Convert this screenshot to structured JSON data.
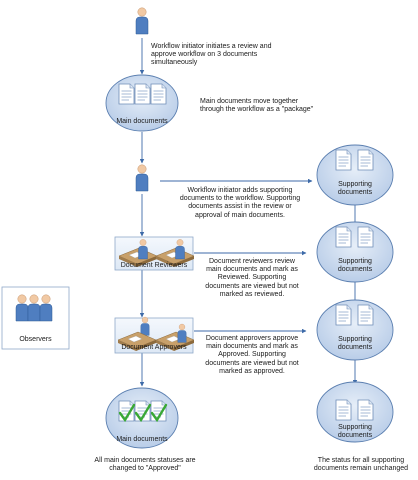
{
  "nodes": {
    "main_documents_top": "Main documents",
    "supporting_1": "Supporting\ndocuments",
    "supporting_2": "Supporting\ndocuments",
    "supporting_3": "Supporting\ndocuments",
    "supporting_4": "Supporting\ndocuments",
    "document_reviewers": "Document Reviewers",
    "document_approvers": "Document Approvers",
    "observers": "Observers",
    "main_documents_bottom": "Main documents"
  },
  "annotations": {
    "initiator_start": "Workflow initiator initiates a review and\napprove workflow on 3 documents\nsimultaneously",
    "package": "Main documents move together\nthrough the workflow as a \"package\"",
    "initiator_adds": "Workflow initiator adds supporting\ndocuments to the workflow. Supporting\ndocuments assist in the review or\napproval of main documents.",
    "reviewers": "Document reviewers review\nmain documents and mark as\nReviewed. Supporting\ndocuments are viewed but not\nmarked as reviewed.",
    "approvers": "Document approvers approve\nmain documents and mark as\nApproved. Supporting\ndocuments are viewed but not\nmarked as approved.",
    "final_main": "All main documents statuses are\nchanged to \"Approved\"",
    "final_supporting": "The status for all supporting\ndocuments remain unchanged"
  },
  "colors": {
    "ellipse_fill": "#c9d9ee",
    "ellipse_stroke": "#5b7fb0",
    "connector": "#3d6aa8",
    "person_body": "#4f7ec0",
    "person_head": "#f1c9a4",
    "desk": "#c8a06a",
    "check": "#3aa836"
  }
}
